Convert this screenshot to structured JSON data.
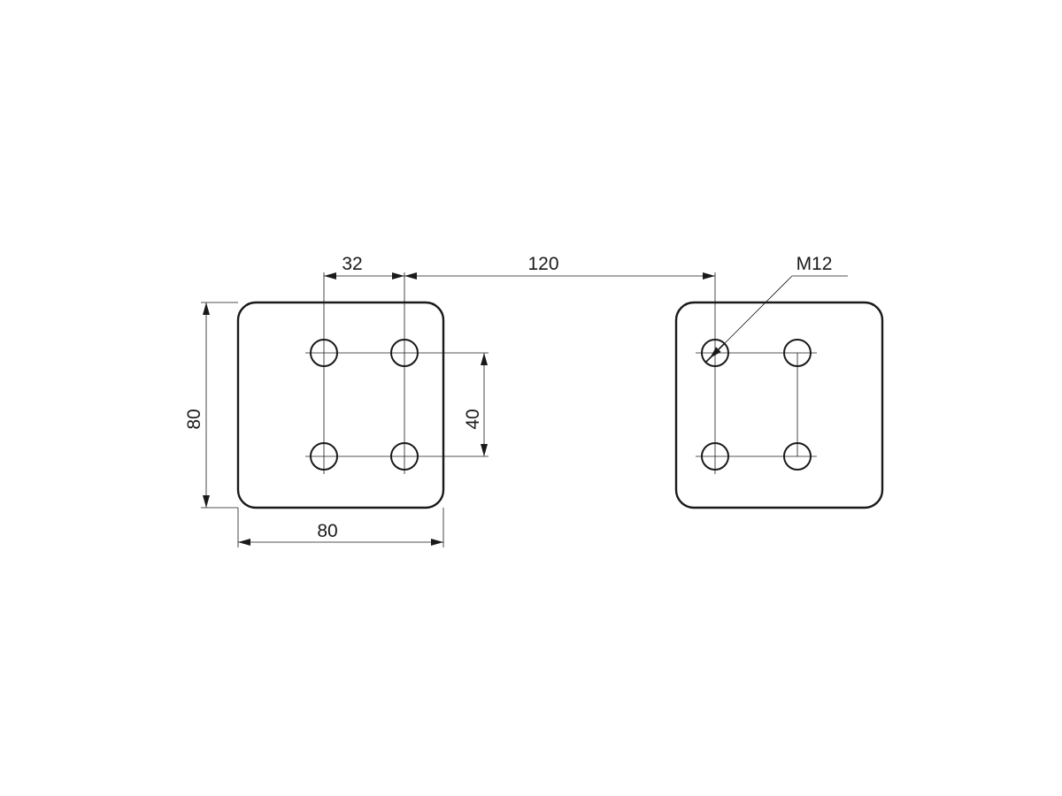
{
  "dimensions": {
    "hole_spacing_x": "32",
    "plate_distance": "120",
    "thread_size": "M12",
    "plate_height": "80",
    "hole_spacing_y": "40",
    "plate_width": "80"
  },
  "colors": {
    "line": "#1a1a1a",
    "background": "#ffffff"
  }
}
